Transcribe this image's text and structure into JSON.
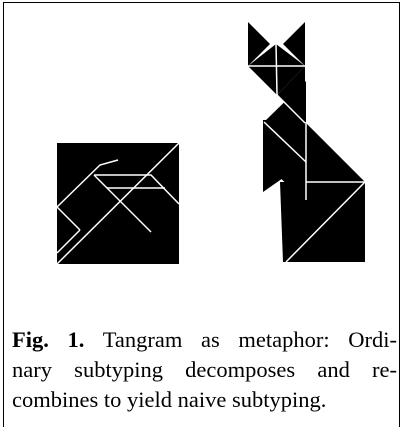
{
  "figure": {
    "label": "Fig. 1.",
    "caption_lines": [
      "Tangram as metaphor: Ordi-",
      "nary subtyping decomposes and re-",
      "combines to yield naive subtyping."
    ],
    "colors": {
      "piece": "#000000",
      "seam": "#ffffff",
      "background": "#ffffff"
    },
    "shapes": [
      "square-tangram",
      "cat-tangram"
    ]
  }
}
